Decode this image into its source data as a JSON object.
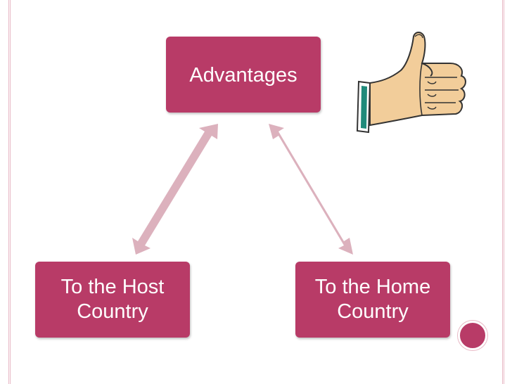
{
  "diagram": {
    "top_label": "Advantages",
    "left_label": "To the Host\nCountry",
    "right_label": "To the Home\nCountry"
  },
  "colors": {
    "box": "#b83b67",
    "arrow": "#dcb1bd",
    "frame": "#e8b8c5"
  },
  "icons": {
    "thumbs_up": "thumbs-up-icon",
    "decoration": "circle-dot"
  }
}
